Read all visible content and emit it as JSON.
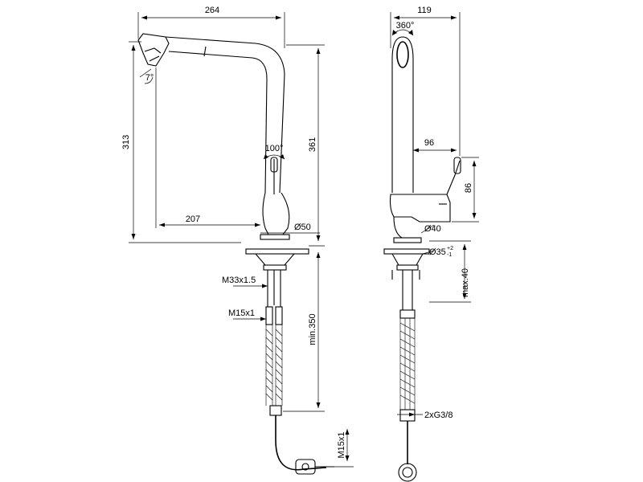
{
  "front_view": {
    "overall_width": "264",
    "spout_angle": "7°",
    "lever_angle": "100°",
    "overall_height": "361",
    "outlet_height": "313",
    "reach": "207",
    "base_diameter": "Ø50",
    "thread_main": "M33x1.5",
    "thread_hose": "M15x1",
    "min_hose": "min.350",
    "thread_end": "M15x1"
  },
  "side_view": {
    "depth": "119",
    "swivel": "360°",
    "lever_reach": "96",
    "lever_height": "86",
    "base_diameter": "Ø40",
    "hole_diameter": "Ø35",
    "hole_tol_plus": "+2",
    "hole_tol_minus": "-1",
    "max_thickness": "max.40",
    "hose_thread": "2xG3/8"
  }
}
